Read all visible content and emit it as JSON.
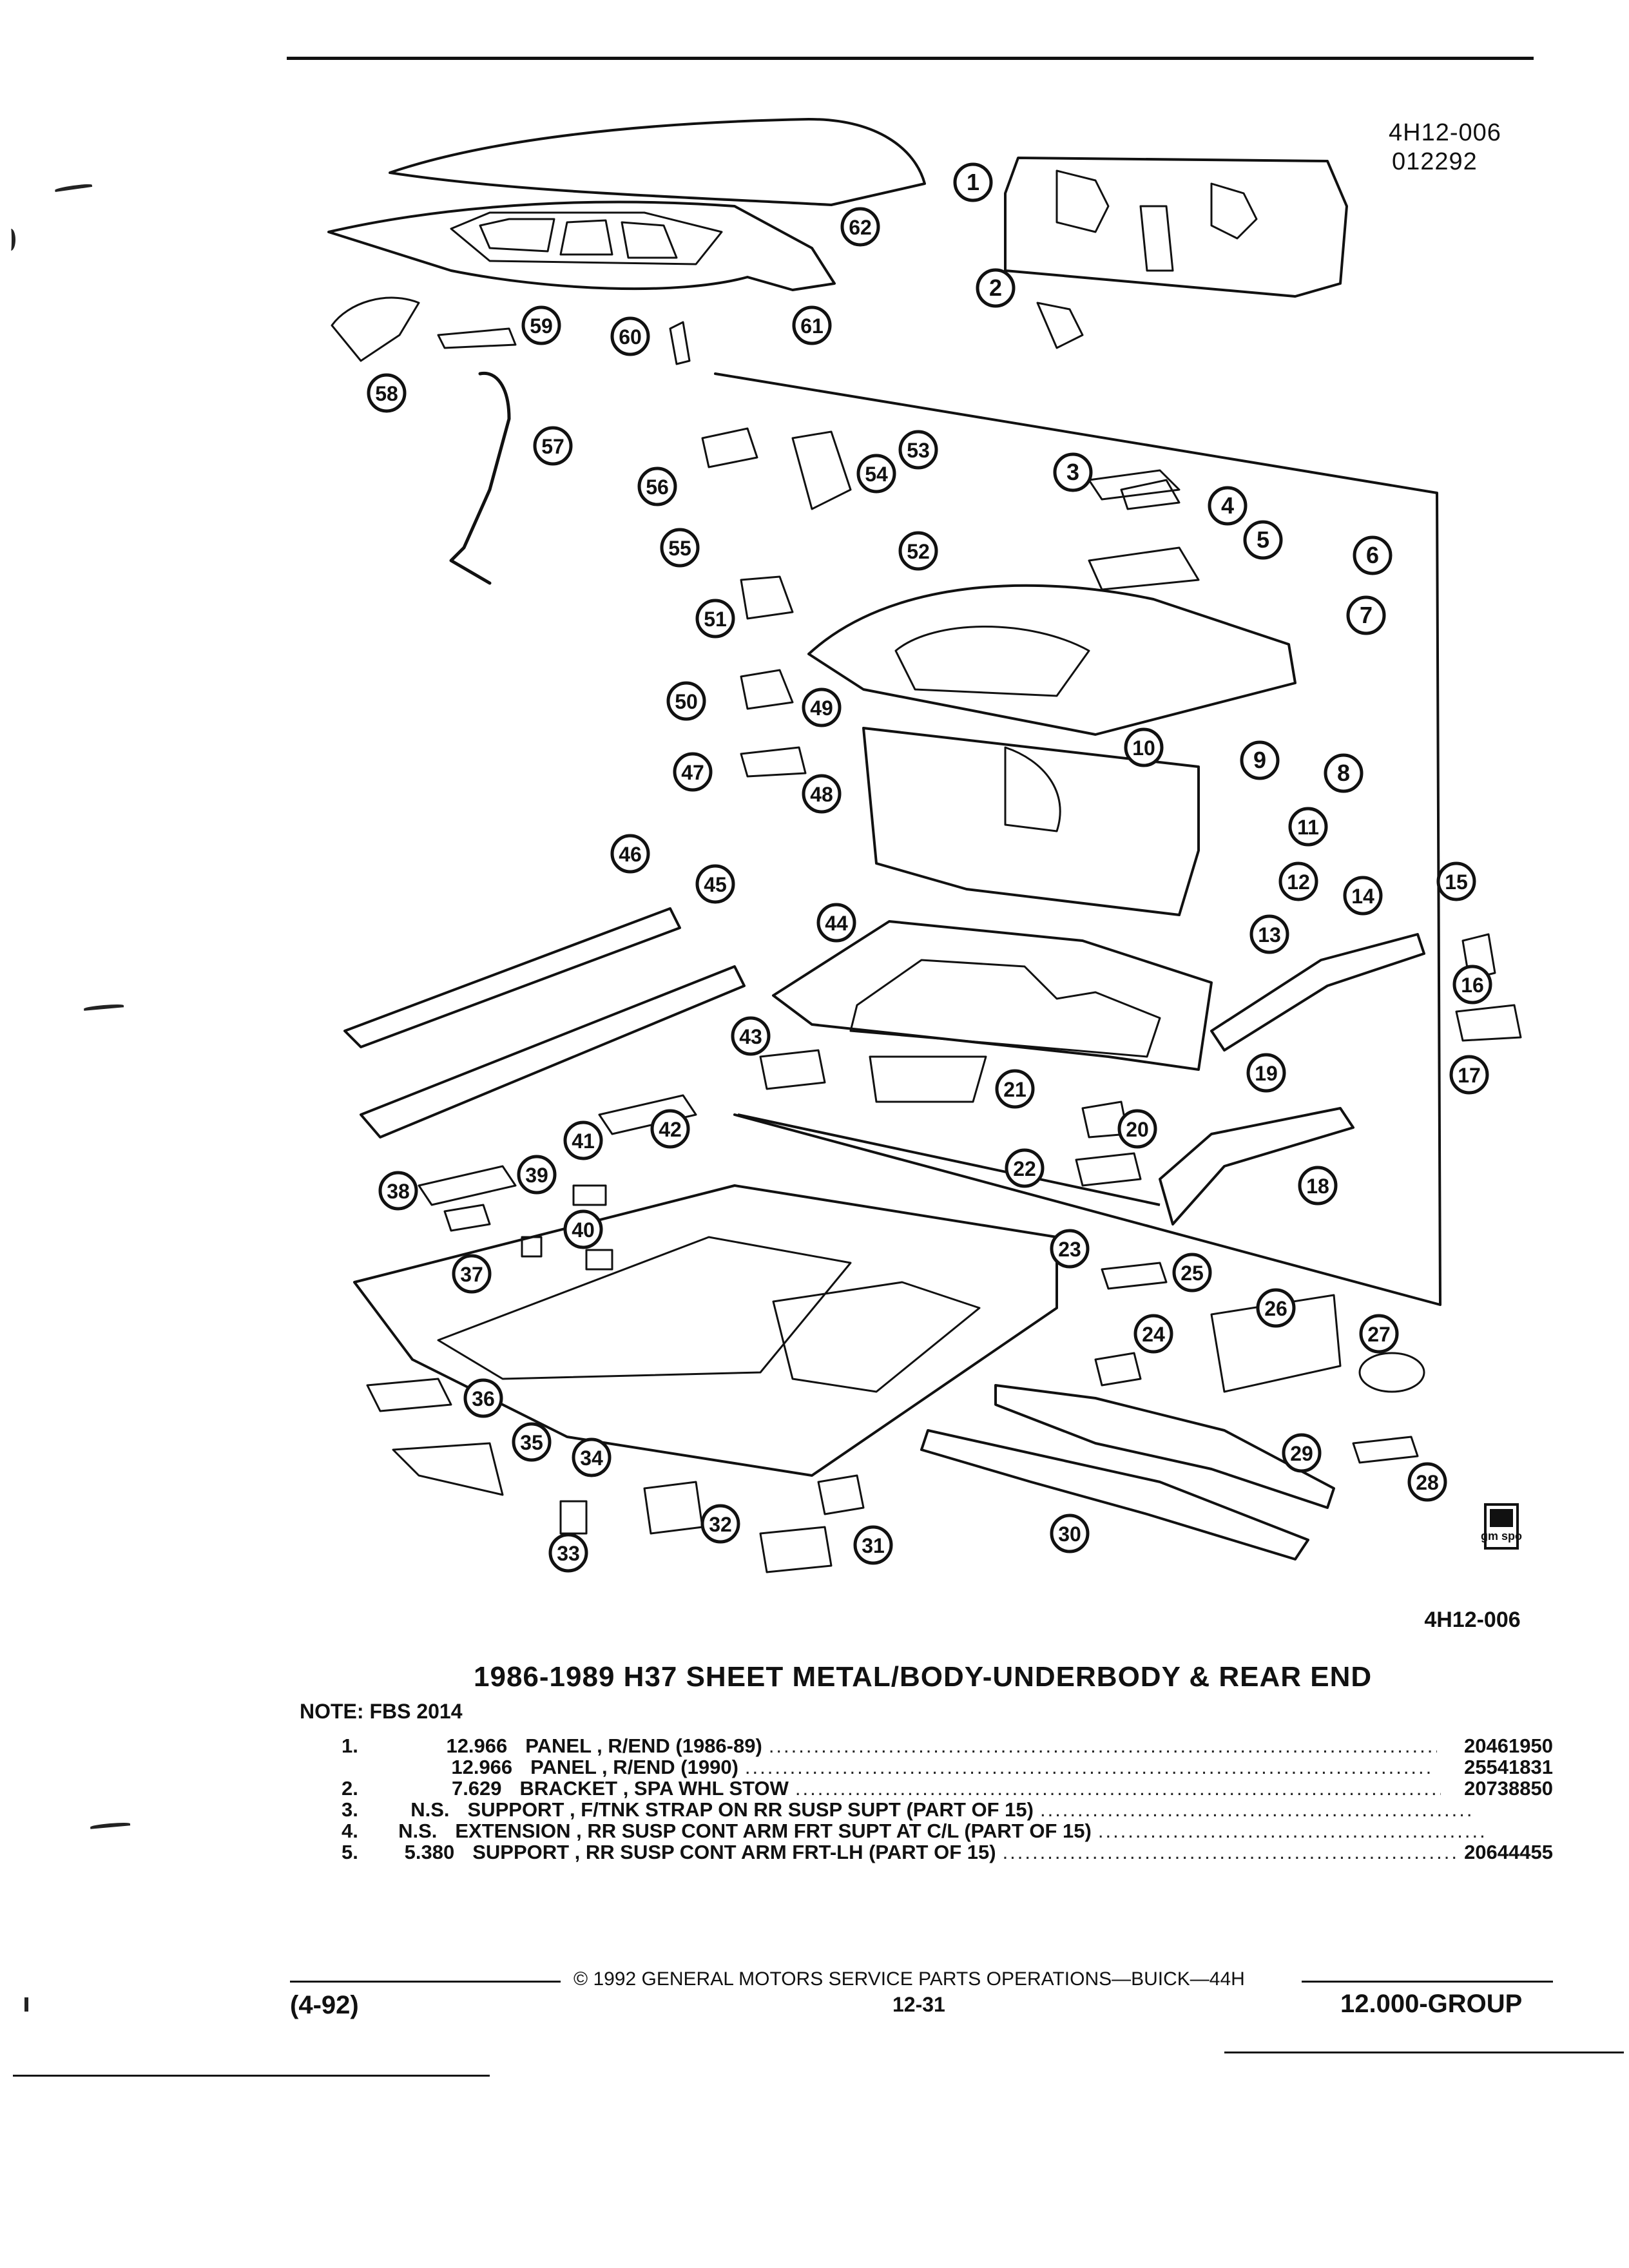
{
  "header": {
    "code": "4H12-006",
    "date_code": "012292"
  },
  "diagram": {
    "callouts": [
      "1",
      "2",
      "3",
      "4",
      "5",
      "6",
      "7",
      "8",
      "9",
      "10",
      "11",
      "12",
      "13",
      "14",
      "15",
      "16",
      "17",
      "18",
      "19",
      "20",
      "21",
      "22",
      "23",
      "24",
      "25",
      "26",
      "27",
      "28",
      "29",
      "30",
      "31",
      "32",
      "33",
      "34",
      "35",
      "36",
      "37",
      "38",
      "39",
      "40",
      "41",
      "42",
      "43",
      "44",
      "45",
      "46",
      "47",
      "48",
      "49",
      "50",
      "51",
      "52",
      "53",
      "54",
      "55",
      "56",
      "57",
      "58",
      "59",
      "60",
      "61",
      "62"
    ],
    "figure_code": "4H12-006",
    "logo_text": "gm spo"
  },
  "section_title": "1986-1989 H37 SHEET METAL/BODY-UNDERBODY & REAR END",
  "note": "NOTE:  FBS 2014",
  "parts": [
    {
      "num": "1.",
      "qty": "12.966",
      "desc": "PANEL , R/END (1986-89)",
      "pn": "20461950"
    },
    {
      "num": "",
      "qty": "12.966",
      "desc": "PANEL , R/END (1990)",
      "pn": "25541831"
    },
    {
      "num": "2.",
      "qty": "7.629",
      "desc": "BRACKET , SPA WHL STOW",
      "pn": "20738850"
    },
    {
      "num": "3.",
      "qty": "N.S.",
      "desc": "SUPPORT , F/TNK STRAP ON RR SUSP SUPT (PART OF 15)",
      "pn": ""
    },
    {
      "num": "4.",
      "qty": "N.S.",
      "desc": "EXTENSION , RR SUSP CONT ARM FRT SUPT AT C/L (PART OF 15)",
      "pn": ""
    },
    {
      "num": "5.",
      "qty": "5.380",
      "desc": "SUPPORT , RR SUSP CONT ARM FRT-LH (PART OF 15)",
      "pn": "20644455"
    }
  ],
  "dots": "....................................................................................................",
  "footer": {
    "copyright": "©  1992  GENERAL MOTORS SERVICE PARTS OPERATIONS—BUICK—44H",
    "date": "(4-92)",
    "page": "12-31",
    "group": "12.000-GROUP"
  }
}
